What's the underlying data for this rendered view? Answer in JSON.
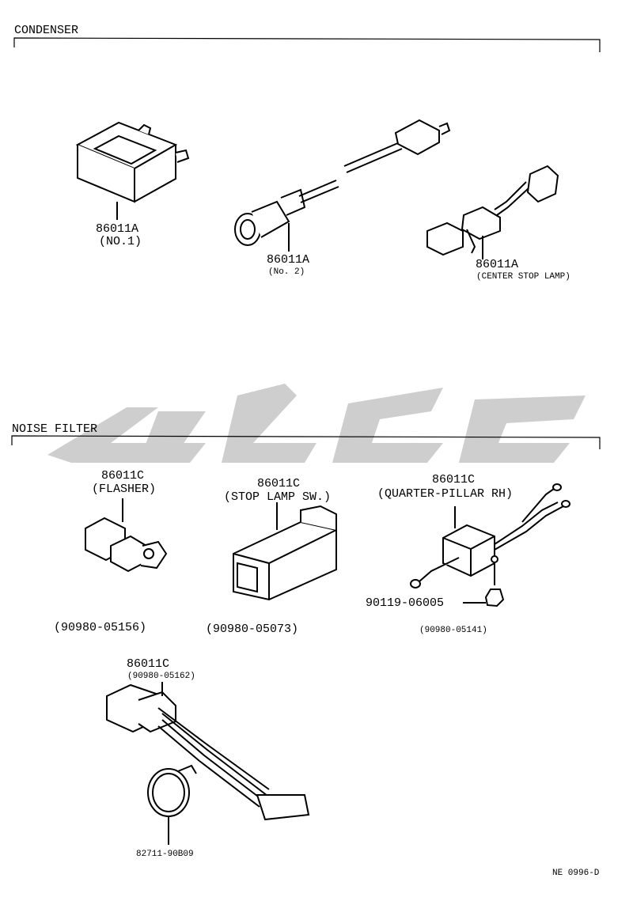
{
  "sections": {
    "condenser": "CONDENSER",
    "noise_filter": "NOISE FILTER"
  },
  "condenser": {
    "part1": {
      "number": "86011A",
      "note": "(NO.1)"
    },
    "part2": {
      "number": "86011A",
      "note": "(No. 2)"
    },
    "part3": {
      "number": "86011A",
      "note": "(CENTER STOP LAMP)"
    }
  },
  "noise_filter": {
    "flasher": {
      "number": "86011C",
      "note": "(FLASHER)",
      "code": "(90980-05156)"
    },
    "stop_lamp": {
      "number": "86011C",
      "note": "(STOP LAMP SW.)",
      "code": "(90980-05073)"
    },
    "quarter_pillar": {
      "number": "86011C",
      "note": "(QUARTER-PILLAR RH)",
      "code": "(90980-05141)",
      "bolt": "90119-06005"
    },
    "harness": {
      "number": "86011C",
      "code": "(90980-05162)",
      "clamp": "82711-90B09"
    }
  },
  "footer": {
    "ref": "NE 0996-D"
  },
  "colors": {
    "line": "#000000",
    "watermark": "#c8c8c8"
  }
}
